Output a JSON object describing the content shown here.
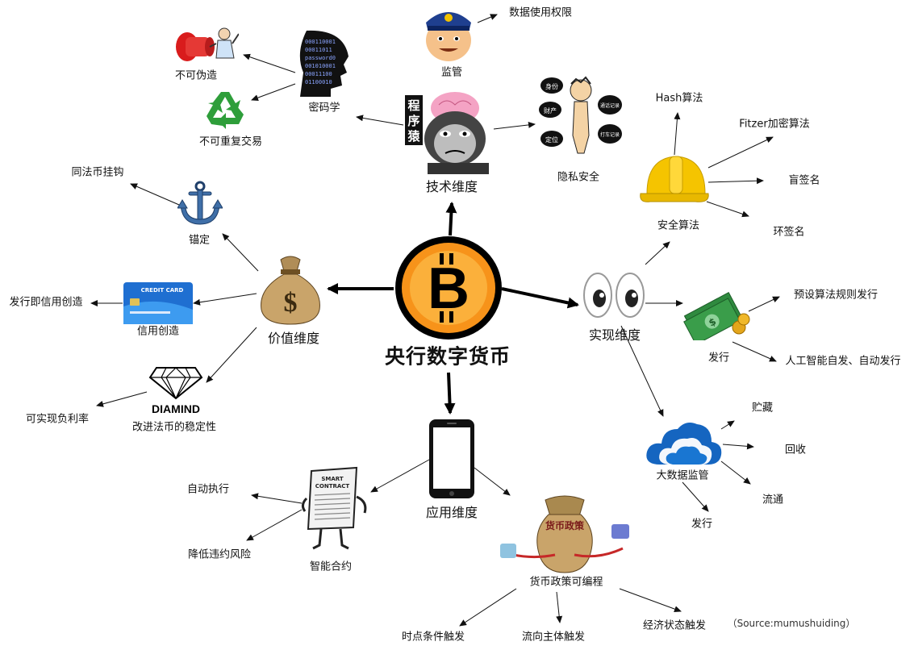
{
  "title": "央行数字货币",
  "source": "（Source:mumushuiding）",
  "dimensions": {
    "tech": "技术维度",
    "value": "价值维度",
    "impl": "实现维度",
    "app": "应用维度"
  },
  "tech": {
    "supervision": "监管",
    "data_access": "数据使用权限",
    "cryptography": "密码学",
    "unforgeable": "不可伪造",
    "no_double_spend": "不可重复交易",
    "privacy": "隐私安全",
    "privacy_tags": [
      "身份",
      "财产",
      "定位",
      "通话记录",
      "打车记录"
    ],
    "ape_sign": "程序猿",
    "binary_text": "000110001\n00011011\npassword0\n001010001\n00011100\n01100010",
    "police_hat": ""
  },
  "value": {
    "anchor": "锚定",
    "fiat_peg": "同法币挂钩",
    "credit_creation": "信用创造",
    "issue_is_credit": "发行即信用创造",
    "card_text": "CREDIT CARD",
    "stability": "改进法币的稳定性",
    "negative_rate": "可实现负利率",
    "diamond_text": "DIAMIND"
  },
  "impl": {
    "security_algo": "安全算法",
    "hash": "Hash算法",
    "fitzer": "Fitzer加密算法",
    "blind_sig": "盲签名",
    "ring_sig": "环签名",
    "issuance": "发行",
    "preset_issue": "预设算法规则发行",
    "ai_issue": "人工智能自发、自动发行",
    "bigdata": "大数据监管",
    "hoard": "贮藏",
    "recall": "回收",
    "circulate": "流通",
    "bigdata_issue": "发行"
  },
  "app": {
    "smart_contract": "智能合约",
    "contract_text": "SMART\nCONTRACT",
    "auto_exec": "自动执行",
    "lower_risk": "降低违约风险",
    "programmable": "货币政策可编程",
    "policy_bag": "货币政策",
    "time_trigger": "时点条件触发",
    "flow_trigger": "流向主体触发",
    "econ_trigger": "经济状态触发"
  },
  "colors": {
    "bitcoin_orange": "#f7931a",
    "helmet_yellow": "#f5c400",
    "cloud_blue": "#1565c0",
    "recycle_green": "#2e9e3a",
    "money_green": "#3a9d4a",
    "anchor_blue": "#3f6fa8"
  }
}
